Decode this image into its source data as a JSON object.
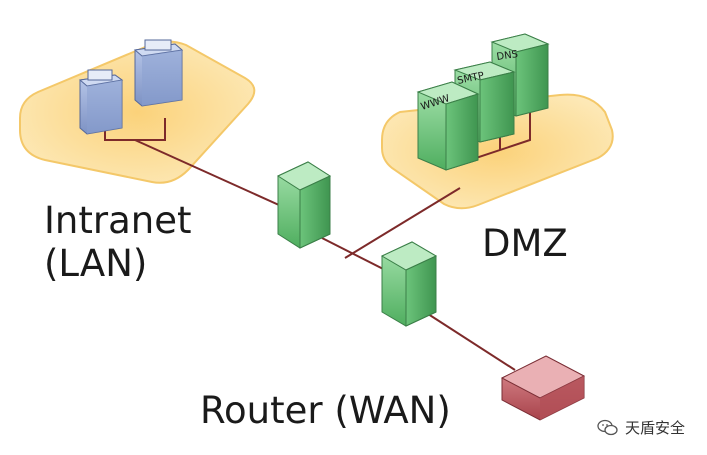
{
  "labels": {
    "intranet": "Intranet\n(LAN)",
    "dmz": "DMZ",
    "router": "Router (WAN)"
  },
  "servers": {
    "www": "WWW",
    "smtp": "SMTP",
    "dns": "DNS"
  },
  "watermark": "天盾安全",
  "colors": {
    "zone_fill": "#fbd98a",
    "lan_server": "#9fb3de",
    "dmz_server": "#7fd08a",
    "router": "#c9666d",
    "link": "#7d2a2a"
  },
  "icons": [
    "server-icon",
    "firewall-icon",
    "router-icon",
    "wechat-icon"
  ]
}
